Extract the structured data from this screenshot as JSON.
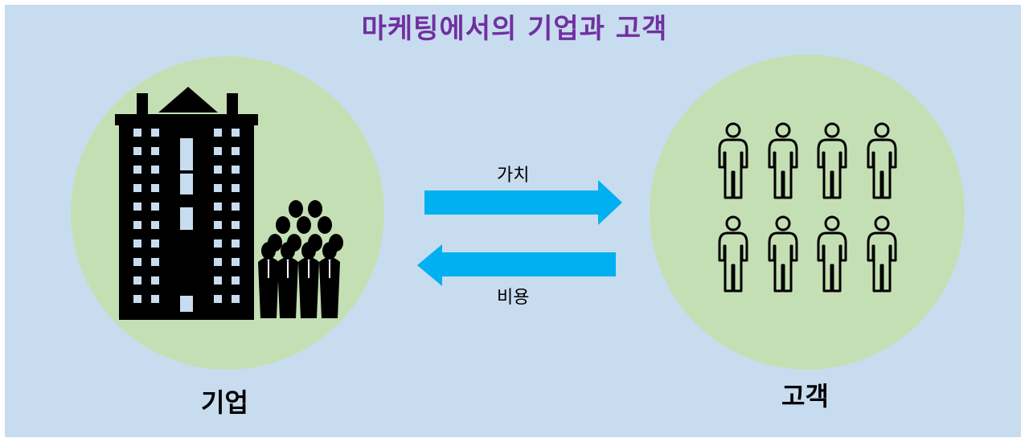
{
  "title": "마케팅에서의 기업과 고객",
  "company_label": "기업",
  "customer_label": "고객",
  "arrow_value_label": "가치",
  "arrow_cost_label": "비용",
  "colors": {
    "background": "#c8dcf0",
    "circle": "#c5dfb4",
    "arrow": "#00b0f0",
    "title": "#7030a0"
  },
  "icons": {
    "company": [
      "office-building-icon",
      "business-group-icon"
    ],
    "customer": "person-outline-icon"
  }
}
